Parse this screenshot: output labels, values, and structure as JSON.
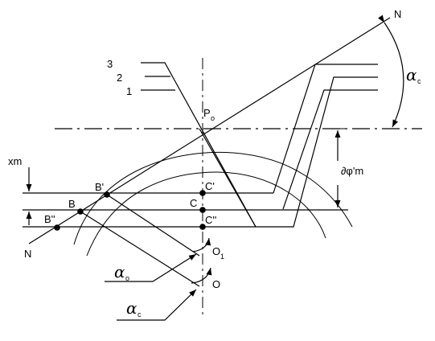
{
  "labels": {
    "N_top": "N",
    "N_bottom": "N",
    "line3": "3",
    "line2": "2",
    "line1": "1",
    "P": "P",
    "P_sub": "o",
    "xm": "xm",
    "shift": "∂φ'm",
    "B_prime": "B'",
    "B": "B",
    "B_dprime": "B''",
    "C_prime": "C'",
    "C": "C",
    "C_dprime": "C''",
    "O1": "O",
    "O1_sub": "1",
    "O": "O"
  },
  "angles": {
    "alpha_c_right": "α",
    "alpha_c_right_sub": "c",
    "alpha_o_left": "α",
    "alpha_o_left_sub": "o",
    "alpha_c_left": "α",
    "alpha_c_left_sub": "c"
  }
}
